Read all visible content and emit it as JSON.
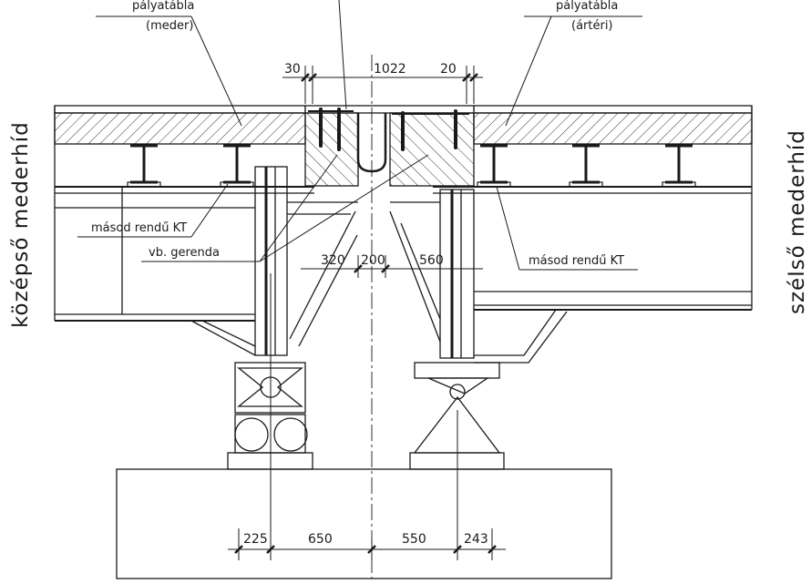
{
  "labels": {
    "deck_left_line1": "pályatábla",
    "deck_left_line2": "(meder)",
    "deck_right_line1": "pályatábla",
    "deck_right_line2": "(ártéri)",
    "secondary_beam_left": "másod rendű KT",
    "secondary_beam_right": "másod rendű KT",
    "cross_girder": "vb. gerenda",
    "side_left": "középső mederhíd",
    "side_right": "szélső mederhíd"
  },
  "dimensions": {
    "top": [
      "30",
      "1022",
      "20"
    ],
    "middle": [
      "320",
      "200",
      "560"
    ],
    "bottom": [
      "225",
      "650",
      "550",
      "243"
    ]
  }
}
